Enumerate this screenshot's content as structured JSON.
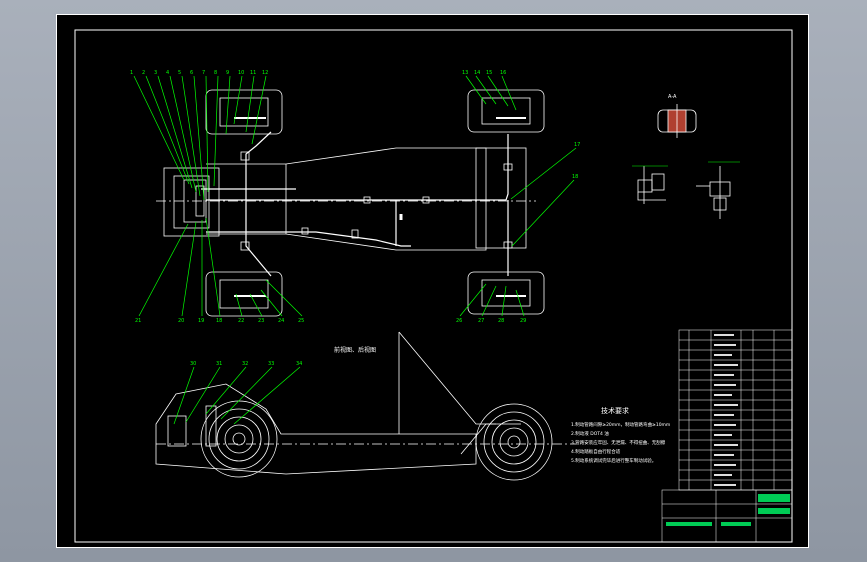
{
  "drawing": {
    "view_label": "前视图、后视图",
    "section_label": "A-A",
    "tech_req_title": "技术要求",
    "tech_requirements": [
      "1.制动管路间隙≥20mm，制动管路弯曲≥10mm",
      "2.制动液 DOT4 油",
      "3.管路安装应牢固、无泄漏、不得扭曲、无刮擦",
      "4.制动踏板自由行程合适",
      "5.制动系统调试完毕后进行整车制动试验。"
    ],
    "colors": {
      "sheet_background": "#000000",
      "line": "#ffffff",
      "leader": "#00ff00",
      "border": "#ffffff"
    },
    "callouts_top_left": [
      "1",
      "2",
      "3",
      "4",
      "5",
      "6",
      "7",
      "8",
      "9",
      "10",
      "11",
      "12"
    ],
    "callouts_top_right": [
      "13",
      "14",
      "15",
      "16",
      "17",
      "18"
    ],
    "callouts_bottom_left": [
      "21",
      "20",
      "19",
      "18",
      "22",
      "23",
      "24",
      "25"
    ],
    "callouts_bottom_right": [
      "26",
      "27",
      "28",
      "29"
    ],
    "callouts_side_view": [
      "30",
      "31",
      "32",
      "33",
      "34"
    ]
  }
}
